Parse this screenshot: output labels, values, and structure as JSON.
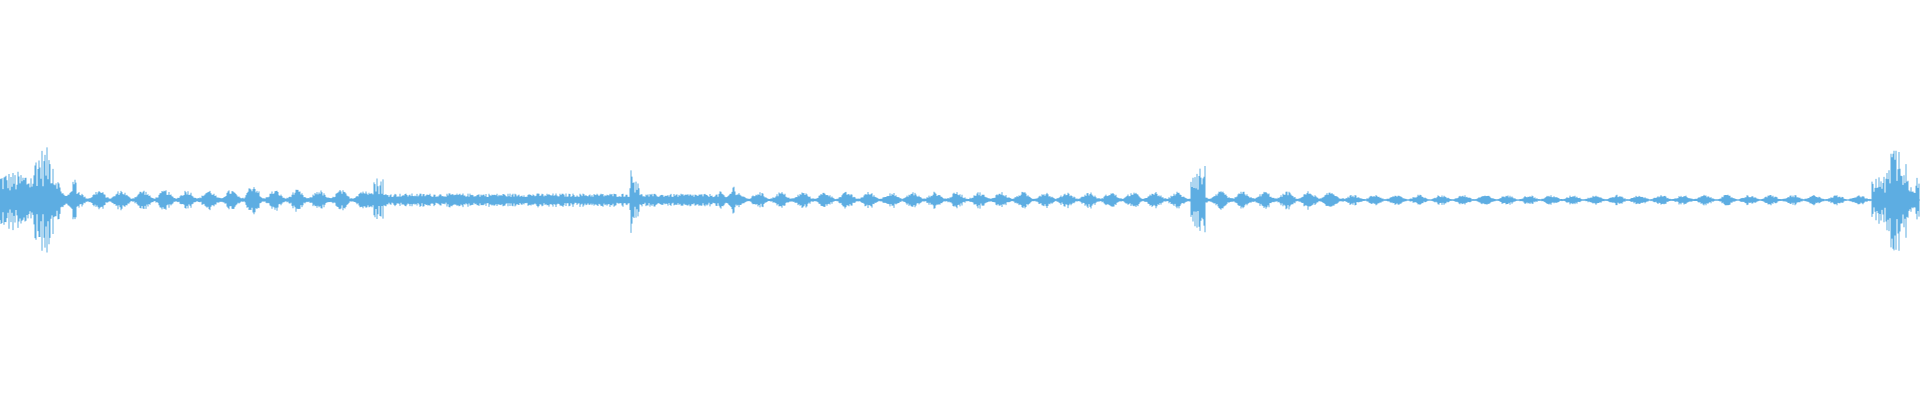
{
  "waveform": {
    "color": "#5dade2",
    "background": "#ffffff",
    "center_line": true,
    "segments": [
      {
        "start": 0.0,
        "end": 0.018,
        "level": 0.12,
        "kind": "burst"
      },
      {
        "start": 0.018,
        "end": 0.028,
        "level": 0.22,
        "kind": "burst"
      },
      {
        "start": 0.028,
        "end": 0.04,
        "level": 0.08,
        "kind": "blobs"
      },
      {
        "start": 0.04,
        "end": 0.128,
        "level": 0.035,
        "kind": "blobs"
      },
      {
        "start": 0.128,
        "end": 0.135,
        "level": 0.055,
        "kind": "blobs"
      },
      {
        "start": 0.135,
        "end": 0.192,
        "level": 0.035,
        "kind": "blobs"
      },
      {
        "start": 0.192,
        "end": 0.2,
        "level": 0.09,
        "kind": "spike"
      },
      {
        "start": 0.2,
        "end": 0.215,
        "level": 0.03,
        "kind": "dense"
      },
      {
        "start": 0.215,
        "end": 0.328,
        "level": 0.03,
        "kind": "dense"
      },
      {
        "start": 0.328,
        "end": 0.333,
        "level": 0.12,
        "kind": "spike"
      },
      {
        "start": 0.333,
        "end": 0.375,
        "level": 0.028,
        "kind": "dense"
      },
      {
        "start": 0.375,
        "end": 0.383,
        "level": 0.06,
        "kind": "blobs"
      },
      {
        "start": 0.383,
        "end": 0.62,
        "level": 0.028,
        "kind": "blobs"
      },
      {
        "start": 0.62,
        "end": 0.628,
        "level": 0.14,
        "kind": "spike"
      },
      {
        "start": 0.628,
        "end": 0.7,
        "level": 0.03,
        "kind": "blobs"
      },
      {
        "start": 0.7,
        "end": 0.975,
        "level": 0.018,
        "kind": "blobs"
      },
      {
        "start": 0.975,
        "end": 0.982,
        "level": 0.1,
        "kind": "burst"
      },
      {
        "start": 0.982,
        "end": 0.993,
        "level": 0.24,
        "kind": "burst"
      },
      {
        "start": 0.993,
        "end": 1.0,
        "level": 0.1,
        "kind": "burst"
      }
    ]
  }
}
